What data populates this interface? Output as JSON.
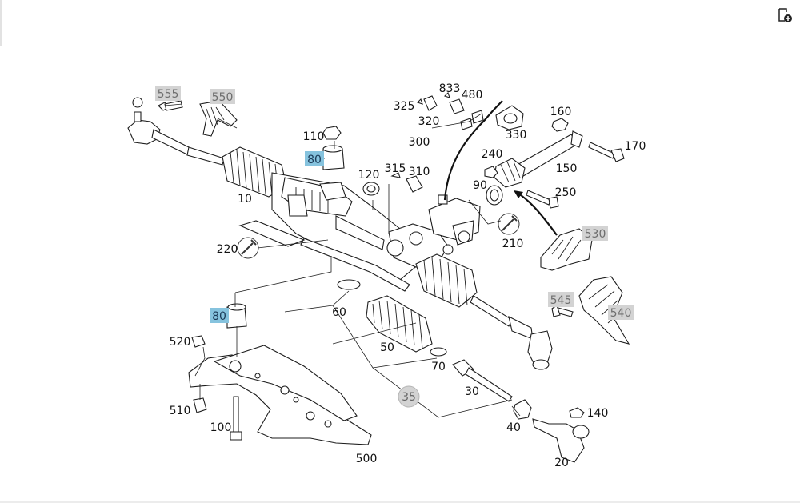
{
  "toolbar": {
    "corner_icon": "add-to-cart-icon"
  },
  "diagram": {
    "callouts_gray": [
      "555",
      "550",
      "530",
      "545",
      "540"
    ],
    "callouts_blue": [
      "80",
      "80"
    ],
    "callouts_circle": [
      "35"
    ],
    "labels": [
      "833",
      "480",
      "325",
      "320",
      "330",
      "160",
      "300",
      "240",
      "170",
      "150",
      "110",
      "315",
      "310",
      "120",
      "90",
      "250",
      "10",
      "210",
      "220",
      "60",
      "520",
      "50",
      "70",
      "30",
      "510",
      "100",
      "500",
      "40",
      "140",
      "20"
    ],
    "colors": {
      "gray_callout": "#d3d3d3",
      "blue_callout": "#86c3de",
      "line": "#1e1e1e"
    }
  }
}
